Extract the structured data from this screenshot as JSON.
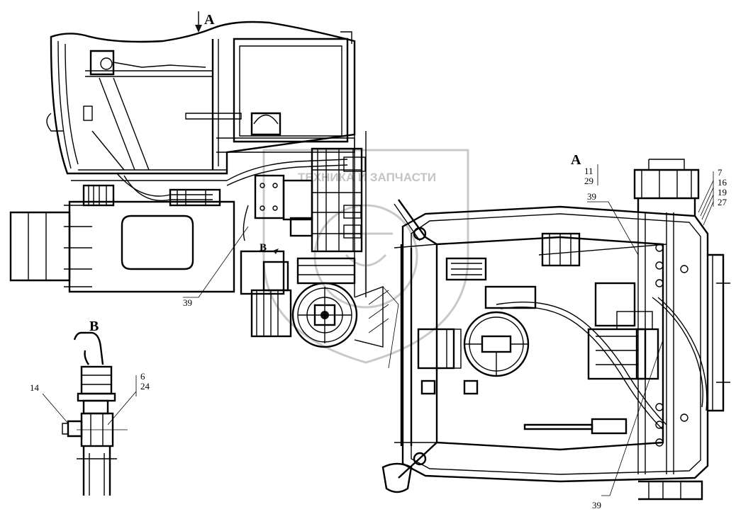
{
  "watermark": {
    "text": "ТЕХНИКА И ЗАПЧАСТИ"
  },
  "view_labels": {
    "main_a": "A",
    "plan_a": "A",
    "detail_b": "B",
    "marker_b": "B"
  },
  "callouts": {
    "c39_left": "39",
    "c11": "11",
    "c29": "29",
    "c39_top": "39",
    "c7": "7",
    "c16": "16",
    "c19": "19",
    "c27": "27",
    "c39_bottom": "39",
    "c14": "14",
    "c6": "6",
    "c24": "24"
  }
}
